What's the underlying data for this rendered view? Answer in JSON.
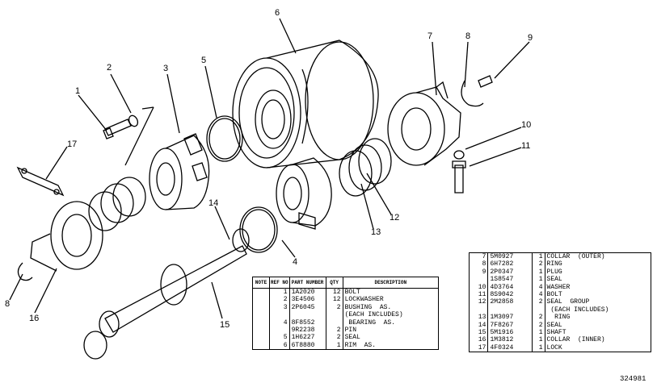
{
  "callouts": [
    "1",
    "2",
    "3",
    "4",
    "5",
    "6",
    "7",
    "8",
    "9",
    "10",
    "11",
    "12",
    "13",
    "14",
    "15",
    "16",
    "17",
    "8"
  ],
  "left_table": {
    "headers": [
      "NOTE",
      "REF NO",
      "PART NUMBER",
      "QTY",
      "DESCRIPTION"
    ],
    "rows": [
      {
        "note": "",
        "ref": "1",
        "part": "1A2020",
        "qty": "12",
        "desc": "BOLT"
      },
      {
        "note": "",
        "ref": "2",
        "part": "3E4506",
        "qty": "12",
        "desc": "LOCKWASHER"
      },
      {
        "note": "",
        "ref": "3",
        "part": "2P6045",
        "qty": "2",
        "desc": "BUSHING  AS."
      },
      {
        "note": "",
        "ref": "",
        "part": "",
        "qty": "",
        "desc": "(EACH INCLUDES)"
      },
      {
        "note": "",
        "ref": "4",
        "part": "8F8552",
        "qty": "",
        "desc": " BEARING  AS."
      },
      {
        "note": "",
        "ref": "",
        "part": "9R2238",
        "qty": "2",
        "desc": "PIN"
      },
      {
        "note": "",
        "ref": "5",
        "part": "1H6227",
        "qty": "2",
        "desc": "SEAL"
      },
      {
        "note": "",
        "ref": "6",
        "part": "6T8880",
        "qty": "1",
        "desc": "RIM  AS."
      }
    ]
  },
  "right_table": {
    "rows": [
      {
        "ref": "7",
        "part": "5M0927",
        "qty": "1",
        "desc": "COLLAR  (OUTER)"
      },
      {
        "ref": "8",
        "part": "6H7282",
        "qty": "2",
        "desc": "RING"
      },
      {
        "ref": "9",
        "part": "2P0347",
        "qty": "1",
        "desc": "PLUG"
      },
      {
        "ref": "",
        "part": "1S8547",
        "qty": "1",
        "desc": "SEAL"
      },
      {
        "ref": "10",
        "part": "4D3764",
        "qty": "4",
        "desc": "WASHER"
      },
      {
        "ref": "11",
        "part": "8S9042",
        "qty": "4",
        "desc": "BOLT"
      },
      {
        "ref": "12",
        "part": "2M2858",
        "qty": "2",
        "desc": "SEAL  GROUP"
      },
      {
        "ref": "",
        "part": "",
        "qty": "",
        "desc": " (EACH INCLUDES)"
      },
      {
        "ref": "13",
        "part": "1M3097",
        "qty": "2",
        "desc": "  RING"
      },
      {
        "ref": "14",
        "part": "7F8267",
        "qty": "2",
        "desc": "SEAL"
      },
      {
        "ref": "15",
        "part": "5M1916",
        "qty": "1",
        "desc": "SHAFT"
      },
      {
        "ref": "16",
        "part": "1M3812",
        "qty": "1",
        "desc": "COLLAR  (INNER)"
      },
      {
        "ref": "17",
        "part": "4F0324",
        "qty": "1",
        "desc": "LOCK"
      }
    ]
  },
  "drawing_number": "324981"
}
